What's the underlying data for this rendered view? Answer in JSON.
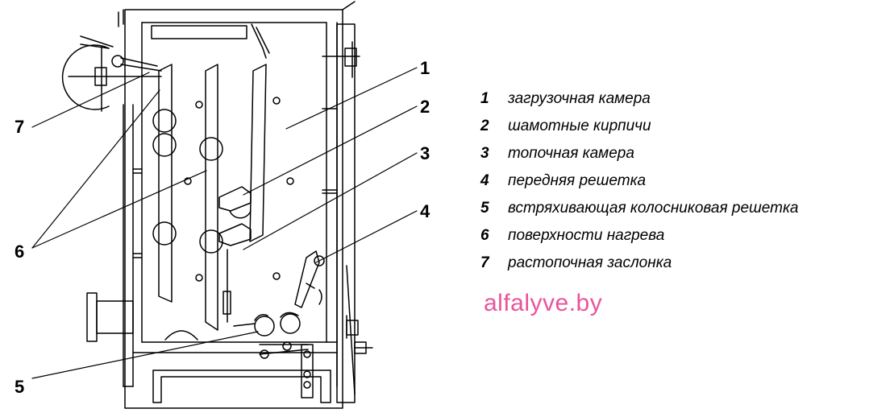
{
  "callouts": [
    "1",
    "2",
    "3",
    "4",
    "5",
    "6",
    "7"
  ],
  "legend": [
    {
      "num": "1",
      "text": "загрузочная камера"
    },
    {
      "num": "2",
      "text": "шамотные кирпичи"
    },
    {
      "num": "3",
      "text": "топочная камера"
    },
    {
      "num": "4",
      "text": "передняя решетка"
    },
    {
      "num": "5",
      "text": "встряхивающая колосниковая решетка"
    },
    {
      "num": "6",
      "text": "поверхности нагрева"
    },
    {
      "num": "7",
      "text": "растопочная заслонка"
    }
  ],
  "watermark": "alfalyve.by",
  "colors": {
    "line": "#000000",
    "watermark": "#e8559a"
  }
}
